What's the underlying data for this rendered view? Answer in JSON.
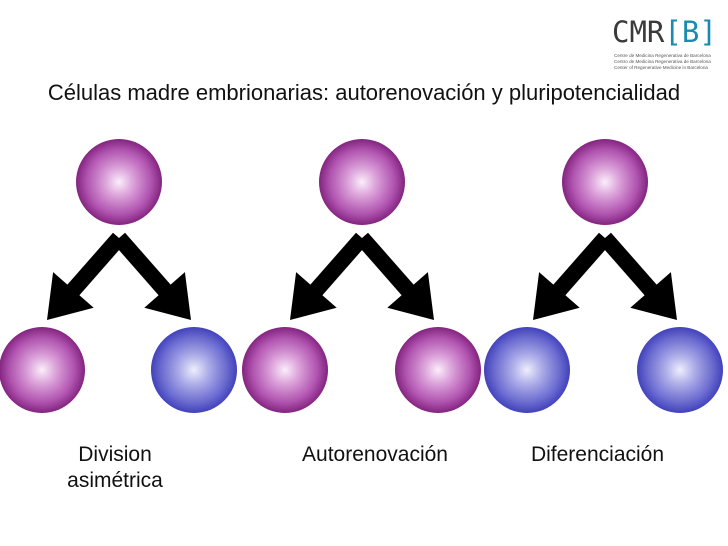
{
  "logo": {
    "main": "CMR",
    "letter": "B",
    "lines": [
      "Centre de Medicina Regenerativa de Barcelona",
      "Centro de Medicina Regenerativa de Barcelona",
      "Center of Regenerative Medicine in Barcelona"
    ]
  },
  "title": "Células madre embrionarias: autorenovación y pluripotencialidad",
  "panels": [
    {
      "label_line1": "Division",
      "label_line2": "asimétrica",
      "parent": "purple",
      "children": [
        "purple",
        "blue"
      ]
    },
    {
      "label_line1": "Autorenovación",
      "label_line2": "",
      "parent": "purple",
      "children": [
        "purple",
        "purple"
      ]
    },
    {
      "label_line1": "Diferenciación",
      "label_line2": "",
      "parent": "purple",
      "children": [
        "blue",
        "blue"
      ]
    }
  ],
  "colors": {
    "purple_edge": "#9b2f9d",
    "blue_edge": "#4a4ad6",
    "arrow": "#000000"
  }
}
